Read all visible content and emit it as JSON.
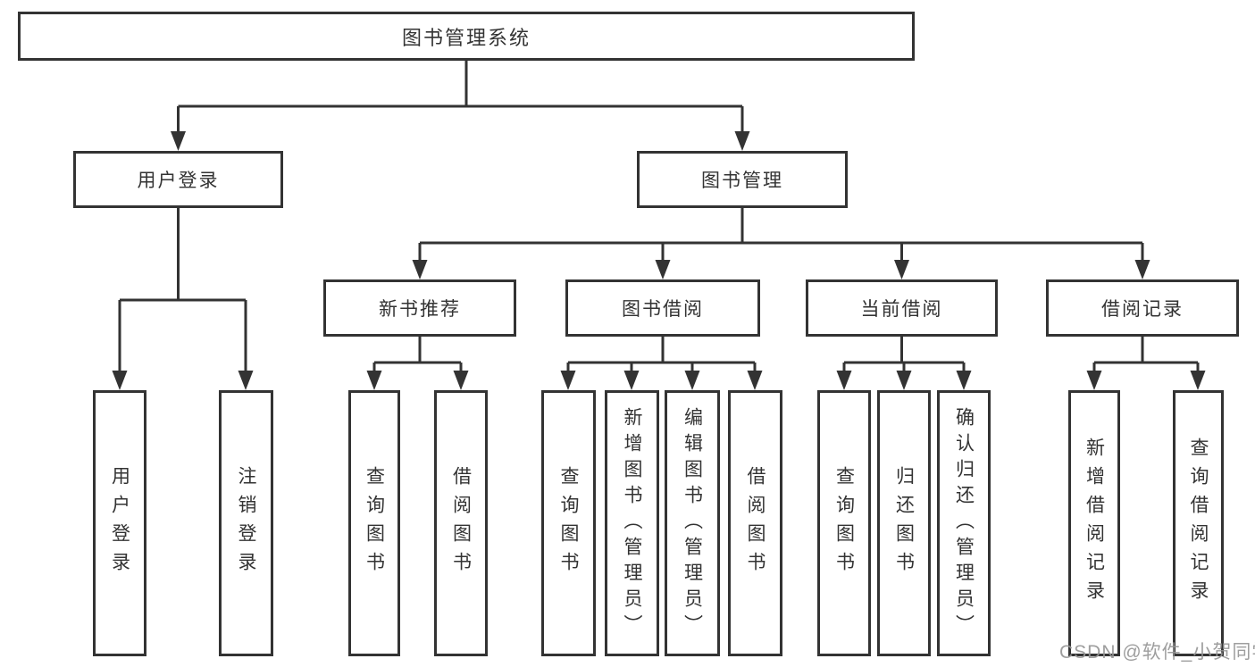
{
  "colors": {
    "line": "#333333",
    "text": "#333333",
    "background": "#ffffff",
    "watermark": "#969696"
  },
  "watermark": {
    "text": "CSDN @软件_小贺同学"
  },
  "tree": {
    "root": "图书管理系统",
    "branches": [
      {
        "label": "用户登录",
        "children": [
          {
            "label": "用户登录"
          },
          {
            "label": "注销登录"
          }
        ]
      },
      {
        "label": "图书管理",
        "children": [
          {
            "label": "新书推荐",
            "children": [
              {
                "label": "查询图书"
              },
              {
                "label": "借阅图书"
              }
            ]
          },
          {
            "label": "图书借阅",
            "children": [
              {
                "label": "查询图书"
              },
              {
                "label": "新增图书（管理员）"
              },
              {
                "label": "编辑图书（管理员）"
              },
              {
                "label": "借阅图书"
              }
            ]
          },
          {
            "label": "当前借阅",
            "children": [
              {
                "label": "查询图书"
              },
              {
                "label": "归还图书"
              },
              {
                "label": "确认归还（管理员）"
              }
            ]
          },
          {
            "label": "借阅记录",
            "children": [
              {
                "label": "新增借阅记录"
              },
              {
                "label": "查询借阅记录"
              }
            ]
          }
        ]
      }
    ]
  }
}
